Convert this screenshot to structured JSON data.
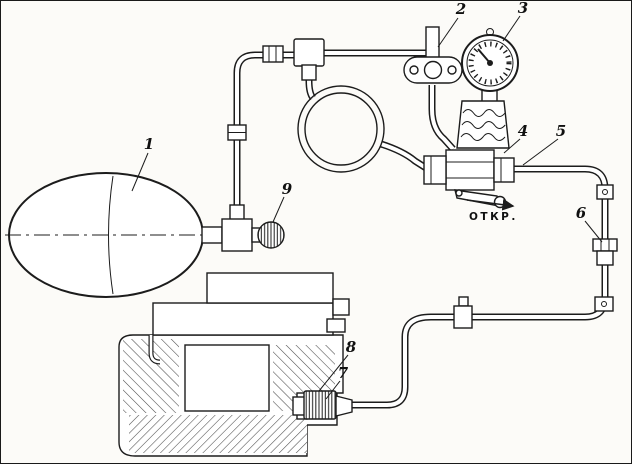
{
  "diagram": {
    "component_labels": {
      "tank": "1",
      "shutoff_unit": "2",
      "pressure_gauge": "3",
      "reducer": "4",
      "valve_lever": "5",
      "pipe_coupling": "6",
      "fitting_inner": "7",
      "fitting_nut": "8",
      "tank_valve": "9"
    },
    "annotations": {
      "open_marking": "ОТКР."
    },
    "colors": {
      "ink": "#1c1c1c",
      "paper": "#fcfbf8"
    }
  }
}
